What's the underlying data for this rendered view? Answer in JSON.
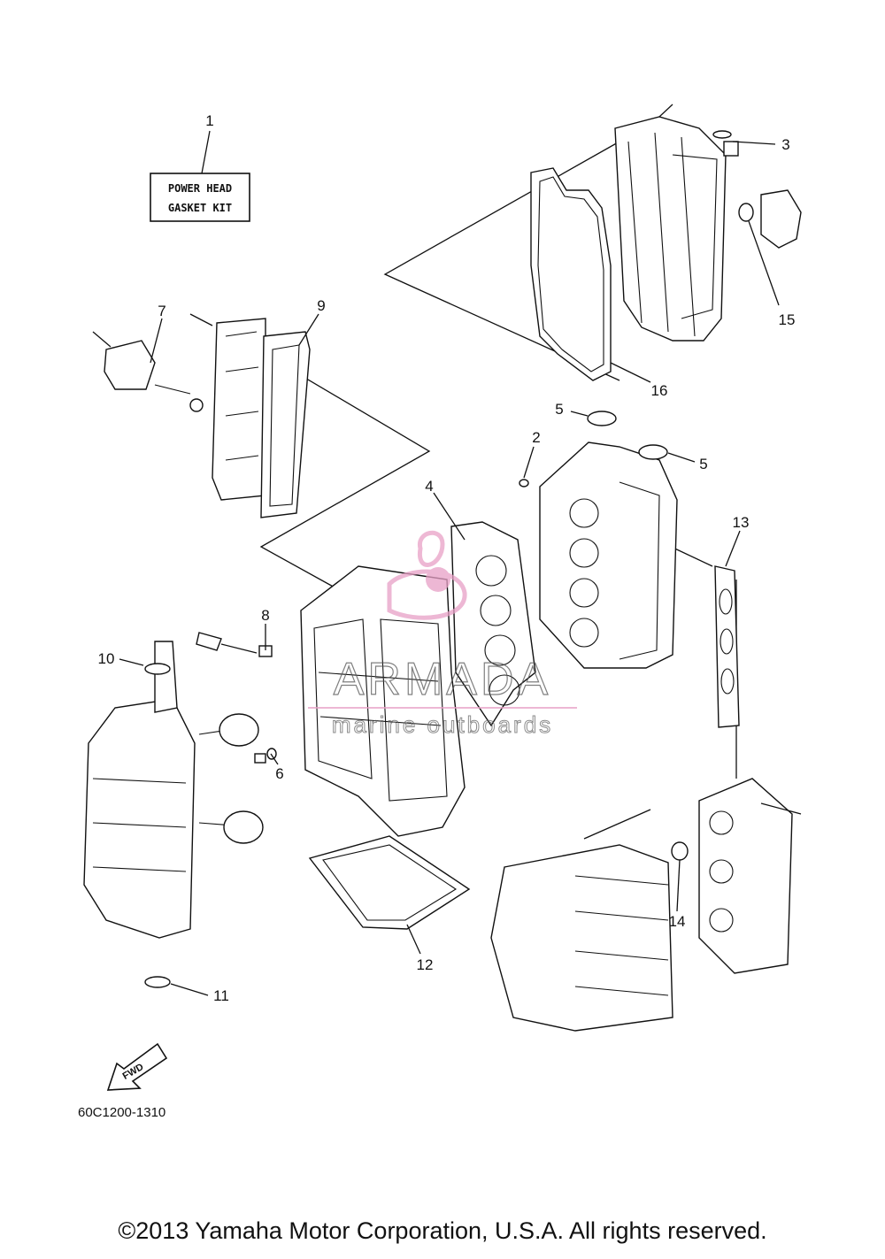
{
  "kit_label": {
    "line1": "POWER HEAD",
    "line2": "GASKET KIT"
  },
  "callouts": {
    "c1": "1",
    "c2": "2",
    "c3": "3",
    "c4": "4",
    "c5a": "5",
    "c5b": "5",
    "c6": "6",
    "c7": "7",
    "c8": "8",
    "c9": "9",
    "c10": "10",
    "c11": "11",
    "c12": "12",
    "c13": "13",
    "c14": "14",
    "c15": "15",
    "c16": "16"
  },
  "fwd_label": "FWD",
  "diagram_code": "60C1200-1310",
  "watermark": {
    "brand": "ARMADA",
    "tagline": "marine outboards",
    "color": "#e8a0c6"
  },
  "copyright": "©2013 Yamaha Motor Corporation, U.S.A. All rights reserved."
}
